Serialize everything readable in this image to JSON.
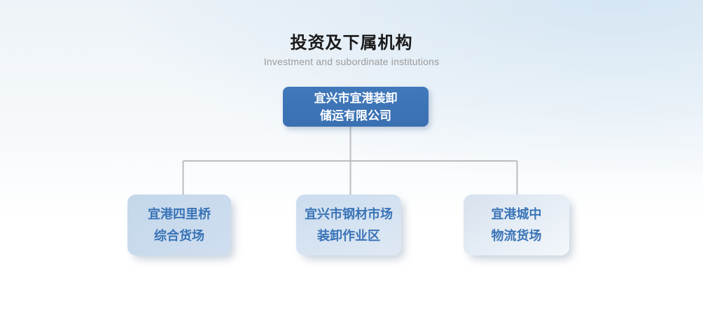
{
  "header": {
    "title": "投资及下属机构",
    "subtitle": "Investment and subordinate institutions"
  },
  "org_chart": {
    "type": "org-tree",
    "root": {
      "label_line1": "宜兴市宜港装卸",
      "label_line2": "储运有限公司"
    },
    "children": [
      {
        "label_line1": "宜港四里桥",
        "label_line2": "综合货场"
      },
      {
        "label_line1": "宜兴市钢材市场",
        "label_line2": "装卸作业区"
      },
      {
        "label_line1": "宜港城中",
        "label_line2": "物流货场"
      }
    ]
  },
  "colors": {
    "root_box_bg": "#3b72b4",
    "root_box_text": "#ffffff",
    "child_box_bg_1": "#c6d8eb",
    "child_box_bg_2": "#d2e0f0",
    "child_box_bg_3": "#e2eaf4",
    "child_box_text": "#3a74b7",
    "connector_line": "#babdbf",
    "title_text": "#1a1a1a",
    "subtitle_text": "#9b9b9b",
    "background_top": "#e6eef6",
    "background_bottom": "#ffffff"
  }
}
